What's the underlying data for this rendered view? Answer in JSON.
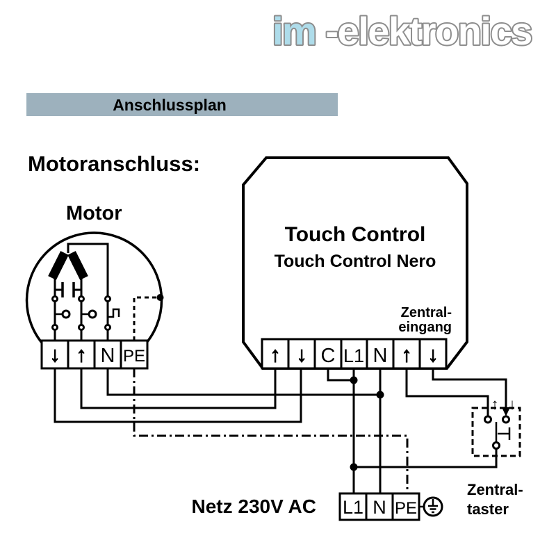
{
  "logo": {
    "prefix": "im",
    "suffix": "-elektronics",
    "prefix_fill": "#aedcea",
    "suffix_fill": "#ffffff",
    "outline_color": "#8d8d8d"
  },
  "banner": {
    "label": "Anschlussplan",
    "bg": "#9db1bd"
  },
  "headings": {
    "section": "Motoranschluss:",
    "motor": "Motor"
  },
  "device": {
    "title": "Touch Control",
    "subtitle": "Touch Control Nero",
    "input_label_line1": "Zentral-",
    "input_label_line2": "eingang",
    "terminals": [
      "↑",
      "↓",
      "C",
      "L1",
      "N",
      "↑",
      "↓"
    ]
  },
  "motor": {
    "terminals": [
      "↓",
      "↑",
      "N",
      "PE"
    ]
  },
  "mains": {
    "label": "Netz 230V AC",
    "terminals": [
      "L1",
      "N",
      "PE"
    ]
  },
  "zentraltaster": {
    "label_line1": "Zentral-",
    "label_line2": "taster",
    "arrow_up": "↑",
    "arrow_down": "↓"
  }
}
